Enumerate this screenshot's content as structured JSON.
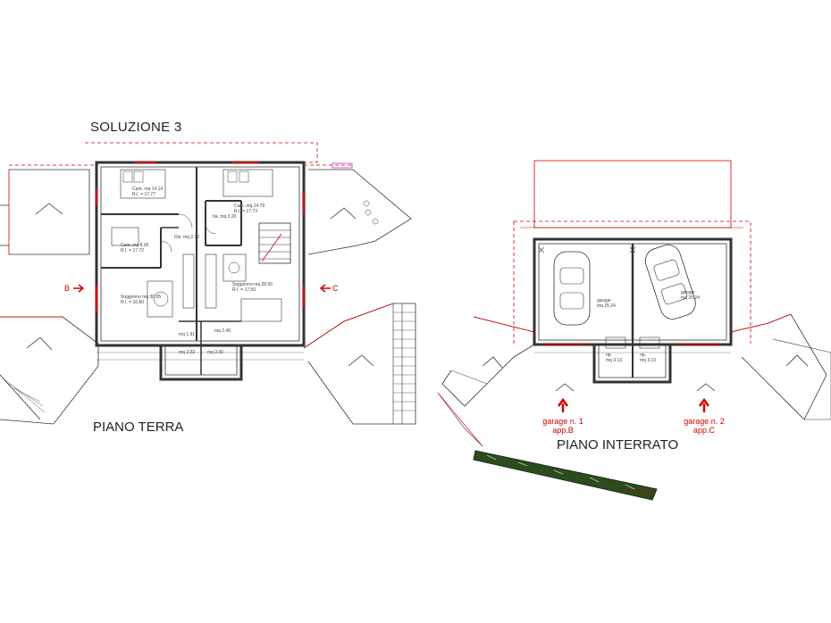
{
  "titles": {
    "solution": "SOLUZIONE 3",
    "ground_floor": "PIANO TERRA",
    "basement": "PIANO INTERRATO"
  },
  "ground_floor": {
    "section_b": "B",
    "section_c": "C",
    "rooms": [
      {
        "name": "Cam. mq 14.14",
        "level": "R.I. = 17.77"
      },
      {
        "name": "Cam. mq 8.00",
        "level": "R.I. = 17.72"
      },
      {
        "name": "Dis. mq 2.70",
        "level": ""
      },
      {
        "name": "ba. mq 3.20",
        "level": ""
      },
      {
        "name": "Cam. mq 14.79",
        "level": "R.I. = 17.73"
      },
      {
        "name": "Soggiorno mq 30.05",
        "level": "R.I. = 16.80"
      },
      {
        "name": "Soggiorno mq 28.00",
        "level": "R.I. = 17.50"
      },
      {
        "name": "mq 1.91",
        "level": ""
      },
      {
        "name": "mq 2.46",
        "level": ""
      },
      {
        "name": "mq 2.02",
        "level": ""
      },
      {
        "name": "mq 2.00",
        "level": ""
      }
    ]
  },
  "basement": {
    "garages": [
      {
        "name": "garage",
        "area": "mq 25.24"
      },
      {
        "name": "garage",
        "area": "mq 25.24"
      }
    ],
    "storage": [
      {
        "name": "rip.",
        "area": "mq 3.13"
      },
      {
        "name": "rip.",
        "area": "mq 3.13"
      }
    ],
    "entrances": [
      {
        "label": "garage n. 1",
        "unit": "app.B"
      },
      {
        "label": "garage n. 2",
        "unit": "app.C"
      }
    ]
  },
  "colors": {
    "wall": "#333333",
    "red_line": "#d40000",
    "hedge": "#2e4a1f"
  }
}
